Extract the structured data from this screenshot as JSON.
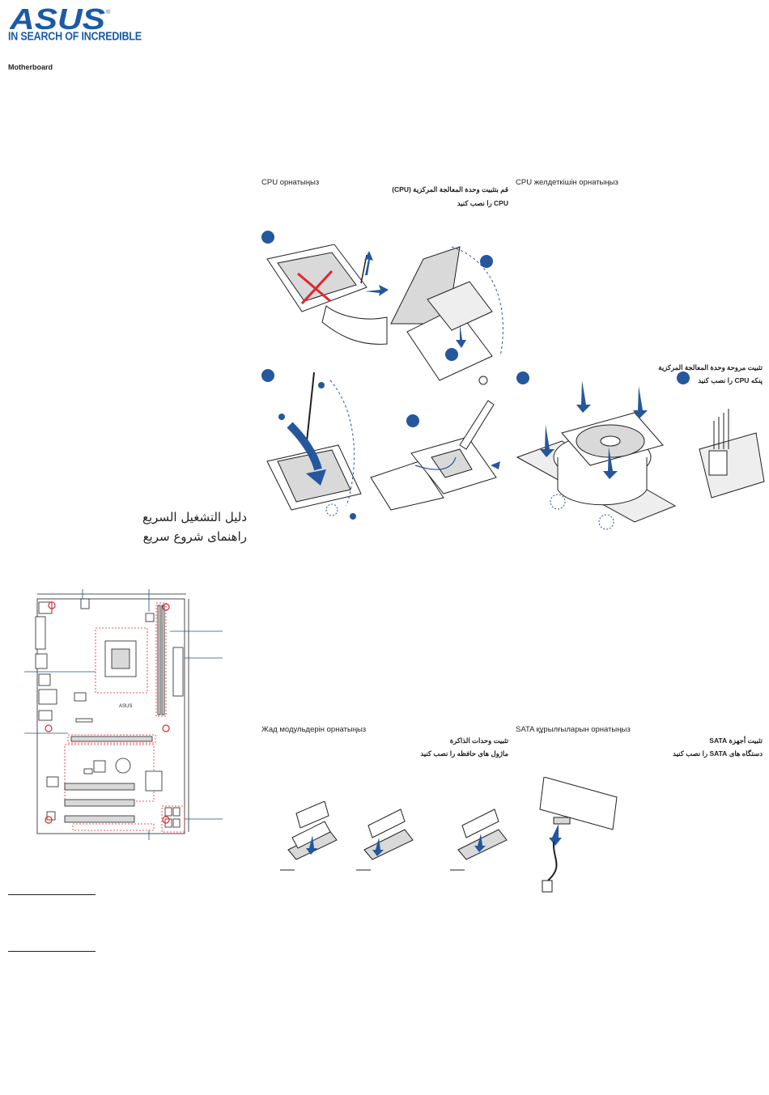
{
  "brand": {
    "logo_text": "ASUS",
    "registered": "®",
    "tagline": "IN SEARCH OF INCREDIBLE",
    "color": "#1b5aa6"
  },
  "product_label": "Motherboard",
  "quick_guide": {
    "arabic": "دليل التشغيل السريع",
    "persian": "راهنمای شروع سریع"
  },
  "sections": {
    "cpu_install": {
      "kazakh": "CPU орнатыңыз",
      "arabic": "قم بتثبيت وحدة المعالجة المركزية (CPU)",
      "persian": "CPU را نصب کنید"
    },
    "cpu_fan": {
      "kazakh": "CPU желдеткішін орнатыңыз",
      "arabic": "تثبيت مروحة وحدة المعالجة المركزية",
      "persian": "پنکه CPU را نصب کنید"
    },
    "memory": {
      "kazakh": "Жад модульдерін орнатыңыз",
      "arabic": "تثبيت وحدات الذاكرة",
      "persian": "ماژول های حافظه را نصب کنید"
    },
    "sata": {
      "kazakh": "SATA құрылғыларын орнатыңыз",
      "arabic": "تثبيت أجهزة SATA",
      "persian": "دستگاه های SATA را نصب کنید"
    }
  },
  "board_logo": "ASUS",
  "colors": {
    "accent_blue": "#1b4f93",
    "step_blue": "#24579c",
    "callout_red": "#e3242b",
    "line": "#231f20"
  }
}
